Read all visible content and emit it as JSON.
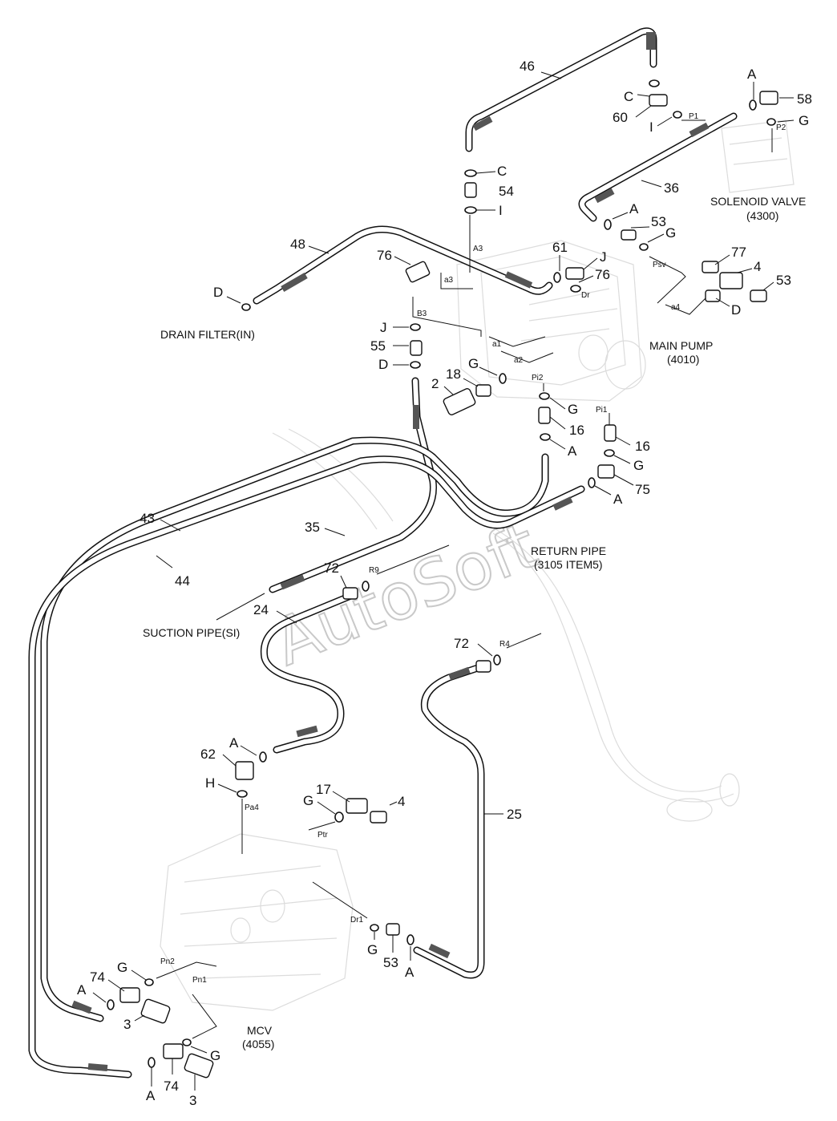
{
  "watermark": "AutoSoft",
  "components": {
    "drain_filter": "DRAIN FILTER(IN)",
    "solenoid_valve_name": "SOLENOID VALVE",
    "solenoid_valve_code": "(4300)",
    "main_pump_name": "MAIN PUMP",
    "main_pump_code": "(4010)",
    "return_pipe_name": "RETURN PIPE",
    "return_pipe_code": "(3105 ITEM5)",
    "suction_pipe": "SUCTION PIPE(SI)",
    "mcv_name": "MCV",
    "mcv_code": "(4055)"
  },
  "callouts": [
    {
      "id": "c46",
      "text": "46"
    },
    {
      "id": "cA_top",
      "text": "A"
    },
    {
      "id": "c58",
      "text": "58"
    },
    {
      "id": "cC_top",
      "text": "C"
    },
    {
      "id": "c60",
      "text": "60"
    },
    {
      "id": "cI_top",
      "text": "I"
    },
    {
      "id": "cG_top",
      "text": "G"
    },
    {
      "id": "cC2",
      "text": "C"
    },
    {
      "id": "c54",
      "text": "54"
    },
    {
      "id": "cI2",
      "text": "I"
    },
    {
      "id": "c36",
      "text": "36"
    },
    {
      "id": "cA2",
      "text": "A"
    },
    {
      "id": "c53a",
      "text": "53"
    },
    {
      "id": "cG2",
      "text": "G"
    },
    {
      "id": "c48",
      "text": "48"
    },
    {
      "id": "c76a",
      "text": "76"
    },
    {
      "id": "cD1",
      "text": "D"
    },
    {
      "id": "c61",
      "text": "61"
    },
    {
      "id": "cJ1",
      "text": "J"
    },
    {
      "id": "c76b",
      "text": "76"
    },
    {
      "id": "c77",
      "text": "77"
    },
    {
      "id": "c4a",
      "text": "4"
    },
    {
      "id": "c53b",
      "text": "53"
    },
    {
      "id": "cD2",
      "text": "D"
    },
    {
      "id": "cJ2",
      "text": "J"
    },
    {
      "id": "c55",
      "text": "55"
    },
    {
      "id": "cD3",
      "text": "D"
    },
    {
      "id": "c18",
      "text": "18"
    },
    {
      "id": "cG3",
      "text": "G"
    },
    {
      "id": "c2",
      "text": "2"
    },
    {
      "id": "cG4",
      "text": "G"
    },
    {
      "id": "c16a",
      "text": "16"
    },
    {
      "id": "cA3",
      "text": "A"
    },
    {
      "id": "c16b",
      "text": "16"
    },
    {
      "id": "cG5",
      "text": "G"
    },
    {
      "id": "c75",
      "text": "75"
    },
    {
      "id": "cA4",
      "text": "A"
    },
    {
      "id": "c43",
      "text": "43"
    },
    {
      "id": "c35",
      "text": "35"
    },
    {
      "id": "c44",
      "text": "44"
    },
    {
      "id": "c72a",
      "text": "72"
    },
    {
      "id": "c24",
      "text": "24"
    },
    {
      "id": "c72b",
      "text": "72"
    },
    {
      "id": "cA5",
      "text": "A"
    },
    {
      "id": "c62",
      "text": "62"
    },
    {
      "id": "cH",
      "text": "H"
    },
    {
      "id": "c17",
      "text": "17"
    },
    {
      "id": "cG6",
      "text": "G"
    },
    {
      "id": "c4b",
      "text": "4"
    },
    {
      "id": "c25",
      "text": "25"
    },
    {
      "id": "cG7",
      "text": "G"
    },
    {
      "id": "c53c",
      "text": "53"
    },
    {
      "id": "cA6",
      "text": "A"
    },
    {
      "id": "cG8",
      "text": "G"
    },
    {
      "id": "c74a",
      "text": "74"
    },
    {
      "id": "cA7",
      "text": "A"
    },
    {
      "id": "c3a",
      "text": "3"
    },
    {
      "id": "cG9",
      "text": "G"
    },
    {
      "id": "cA8",
      "text": "A"
    },
    {
      "id": "c74b",
      "text": "74"
    },
    {
      "id": "c3b",
      "text": "3"
    }
  ],
  "ports": [
    {
      "id": "pP1",
      "text": "P1"
    },
    {
      "id": "pP2",
      "text": "P2"
    },
    {
      "id": "pA3",
      "text": "A3"
    },
    {
      "id": "pa3",
      "text": "a3"
    },
    {
      "id": "pPsv",
      "text": "Psv"
    },
    {
      "id": "pDr",
      "text": "Dr"
    },
    {
      "id": "pa4",
      "text": "a4"
    },
    {
      "id": "pB3",
      "text": "B3"
    },
    {
      "id": "pa1",
      "text": "a1"
    },
    {
      "id": "pa2",
      "text": "a2"
    },
    {
      "id": "pPi2",
      "text": "Pi2"
    },
    {
      "id": "pPi1",
      "text": "Pi1"
    },
    {
      "id": "pR9",
      "text": "R9"
    },
    {
      "id": "pR4",
      "text": "R4"
    },
    {
      "id": "pPa4",
      "text": "Pa4"
    },
    {
      "id": "pPtr",
      "text": "Ptr"
    },
    {
      "id": "pDr1",
      "text": "Dr1"
    },
    {
      "id": "pPn2",
      "text": "Pn2"
    },
    {
      "id": "pPn1",
      "text": "Pn1"
    }
  ]
}
